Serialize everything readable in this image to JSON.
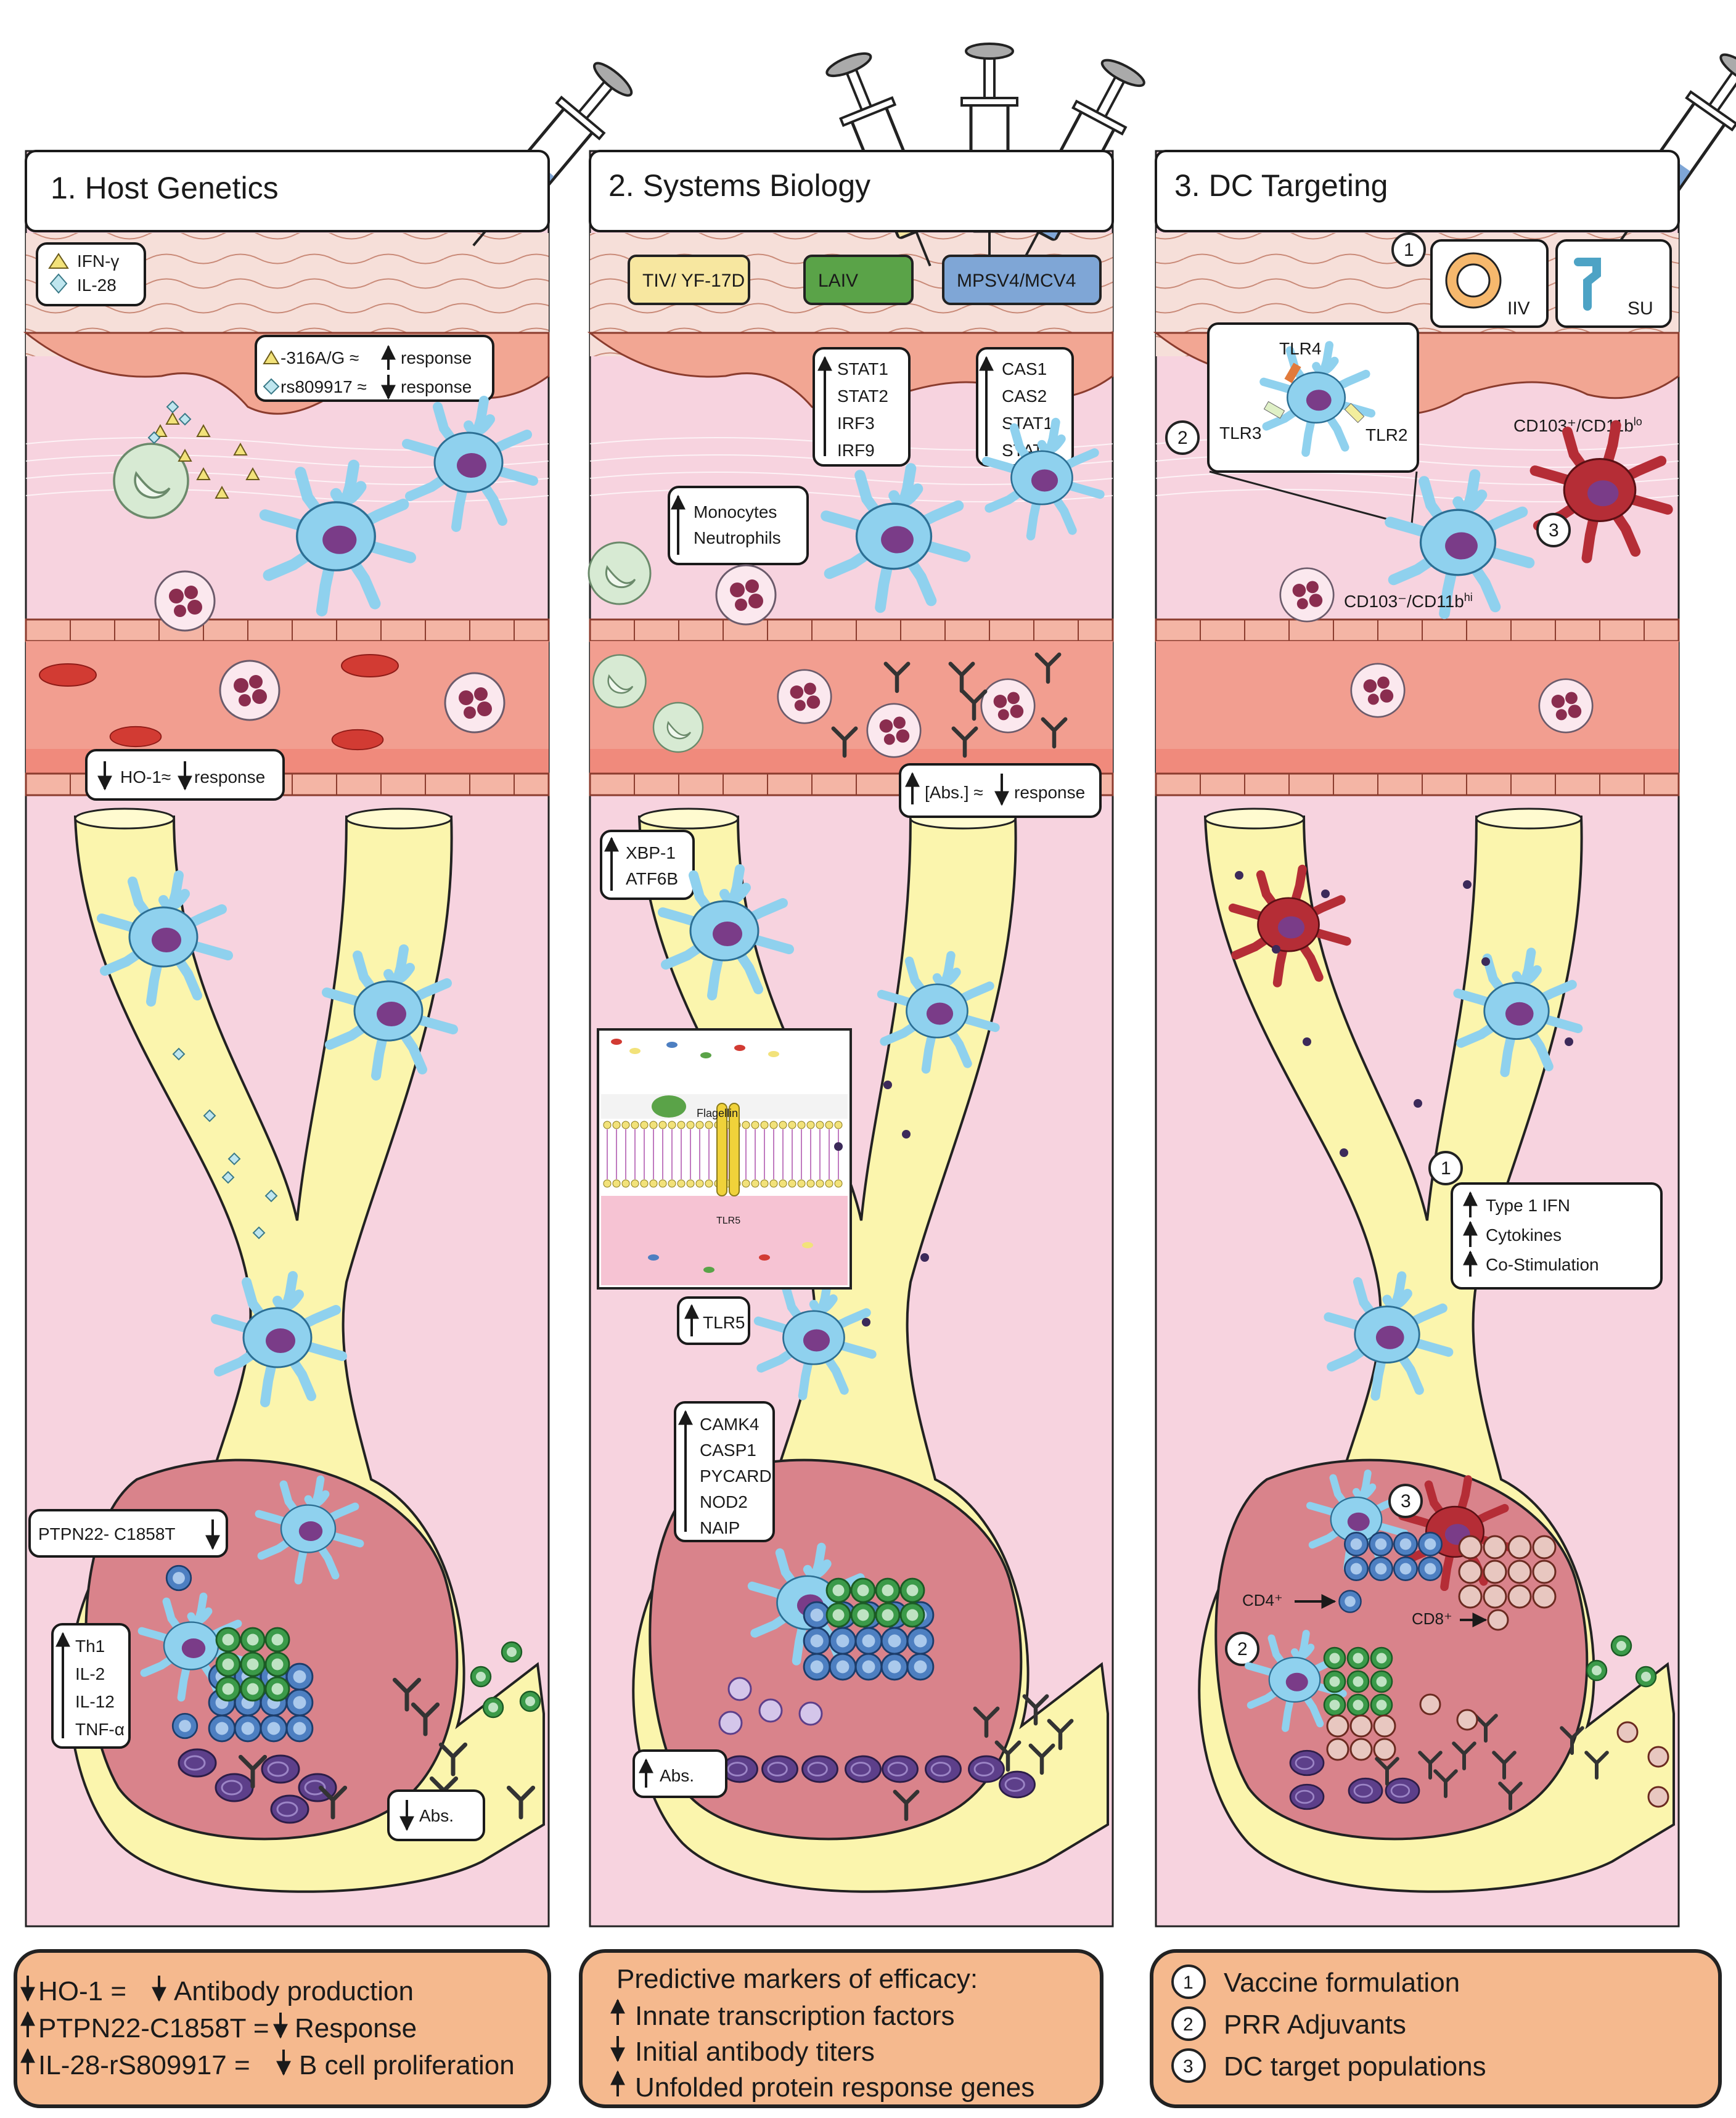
{
  "panels": [
    {
      "title": "1. Host Genetics",
      "legend": [
        "IFN-γ",
        "IL-28"
      ],
      "polymorphism": [
        "-316A/G ≈",
        "response",
        "rs809917 ≈",
        "response"
      ],
      "ho1": [
        "HO-1≈",
        "response"
      ],
      "ptpn22": "PTPN22- C1858T",
      "cytokines": [
        "Th1",
        "IL-2",
        "IL-12",
        "TNF-α"
      ],
      "abs": "Abs."
    },
    {
      "title": "2. Systems Biology",
      "vaccines": [
        {
          "label": "TIV/ YF-17D",
          "color": "#f7e7a0"
        },
        {
          "label": "LAIV",
          "color": "#5aa348"
        },
        {
          "label": "MPSV4/MCV4",
          "color": "#7fa6d6"
        }
      ],
      "stat_left": [
        "STAT1",
        "STAT2",
        "IRF3",
        "IRF9"
      ],
      "stat_right": [
        "CAS1",
        "CAS2",
        "STAT1",
        "STAT2"
      ],
      "myeloid": [
        "Monocytes",
        "Neutrophils"
      ],
      "abs_conc": [
        "[Abs.] ≈",
        "response"
      ],
      "upr": [
        "XBP-1",
        "ATF6B"
      ],
      "flagellin": "Flagellin",
      "tlr5_inset": "TLR5",
      "tlr5": "TLR5",
      "inflammasome": [
        "CAMK4",
        "CASP1",
        "PYCARD",
        "NOD2",
        "NAIP"
      ],
      "abs": "Abs."
    },
    {
      "title": "3. DC Targeting",
      "formulations": [
        "IIV",
        "SU"
      ],
      "tlrs": [
        "TLR4",
        "TLR3",
        "TLR2"
      ],
      "dc_subset_1": "CD103⁺/CD11b",
      "dc_subset_1_sup": "lo",
      "dc_subset_2": "CD103⁻/CD11b",
      "dc_subset_2_sup": "hi",
      "outcomes": [
        "Type 1 IFN",
        "Cytokines",
        "Co-Stimulation"
      ],
      "cd4": "CD4⁺",
      "cd8": "CD8⁺",
      "numbers": [
        "1",
        "2",
        "3"
      ]
    }
  ],
  "summaries": [
    {
      "lines": [
        {
          "a": "HO-1 = ",
          "b": "Antibody production"
        },
        {
          "a": "PTPN22-C1858T =",
          "b": "Response"
        },
        {
          "a": "IL-28-rS809917  =",
          "b": "B cell proliferation"
        }
      ]
    },
    {
      "header": "Predictive markers of efficacy:",
      "lines": [
        "Innate transcription factors",
        "Initial antibody titers",
        "Unfolded protein response genes"
      ]
    },
    {
      "lines": [
        {
          "num": "1",
          "text": "Vaccine formulation"
        },
        {
          "num": "2",
          "text": "PRR Adjuvants"
        },
        {
          "num": "3",
          "text": "DC target populations"
        }
      ]
    }
  ],
  "colors": {
    "tissue": "#f7d3df",
    "epidermis": "#f2a693",
    "vessel": "#f29e90",
    "lymph": "#fbf5ad",
    "node": "#d9838b",
    "dc": "#8fd1ee",
    "dc_red": "#b52d36",
    "summary": "#f5b98e"
  }
}
